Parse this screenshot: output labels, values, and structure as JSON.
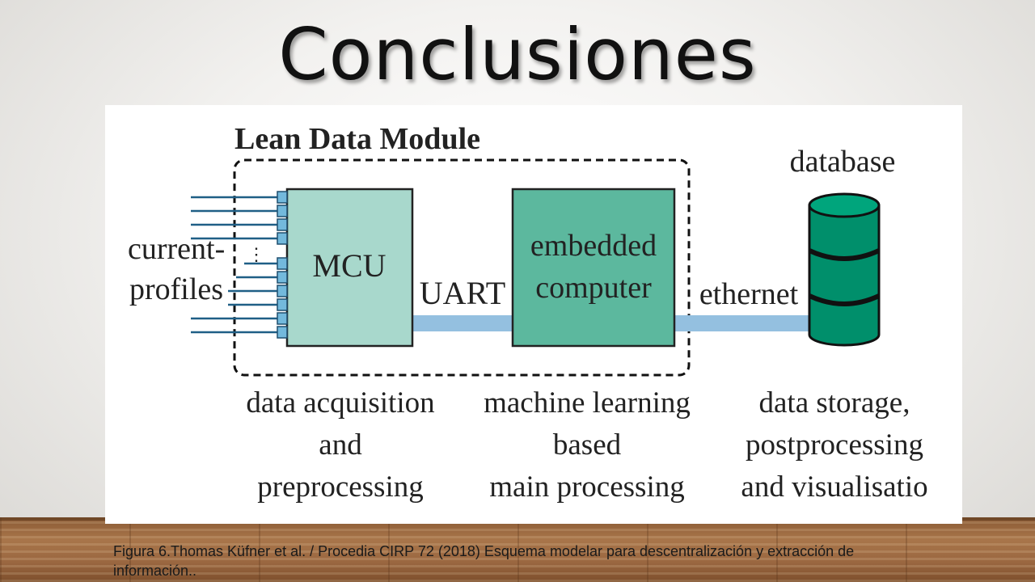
{
  "slide": {
    "title": "Conclusiones",
    "caption": "Figura 6.Thomas Küfner et al. / Procedia CIRP 72 (2018) Esquema modelar para descentralización y extracción de información.."
  },
  "diagram": {
    "module_label": "Lean Data Module",
    "input_label_line1": "current-",
    "input_label_line2": "profiles",
    "ellipsis": "⋮",
    "mcu_label": "MCU",
    "uart_label": "UART",
    "computer_label_line1": "embedded",
    "computer_label_line2": "computer",
    "ethernet_label": "ethernet",
    "database_label": "database",
    "stage1": [
      "data acquisition",
      "and",
      "preprocessing"
    ],
    "stage2": [
      "machine learning",
      "based",
      "main processing"
    ],
    "stage3": [
      "data storage,",
      "postprocessing",
      "and visualisatio"
    ],
    "colors": {
      "mcu_fill": "#a8d8cc",
      "computer_fill": "#5cb89e",
      "database_fill": "#008f6b",
      "connector_line": "#94c0e0",
      "input_lines": "#1f5f86",
      "pin_fill": "#73b9dc"
    }
  }
}
